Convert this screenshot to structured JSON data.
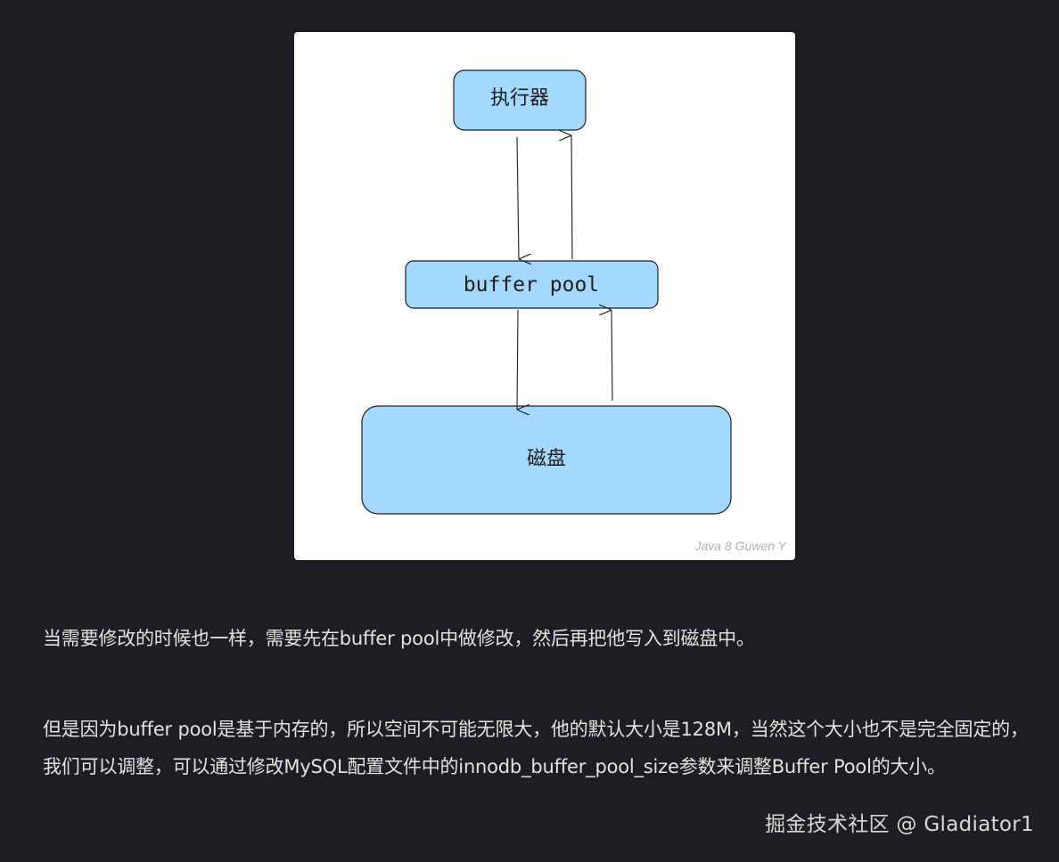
{
  "diagram": {
    "nodes": {
      "executor": "执行器",
      "buffer_pool": "buffer pool",
      "disk": "磁盘"
    },
    "figure_watermark": "Java 8 Guwen Y"
  },
  "article": {
    "paragraph1": "当需要修改的时候也一样，需要先在buffer pool中做修改，然后再把他写入到磁盘中。",
    "paragraph2": "但是因为buffer pool是基于内存的，所以空间不可能无限大，他的默认大小是128M，当然这个大小也不是完全固定的，我们可以调整，可以通过修改MySQL配置文件中的innodb_buffer_pool_size参数来调整Buffer Pool的大小。"
  },
  "watermark": "掘金技术社区 @ Gladiator1",
  "colors": {
    "page_background": "#1d1e21",
    "node_fill": "#a5d8ff",
    "node_stroke": "#1e1e1e",
    "text": "#e2e2e2"
  }
}
